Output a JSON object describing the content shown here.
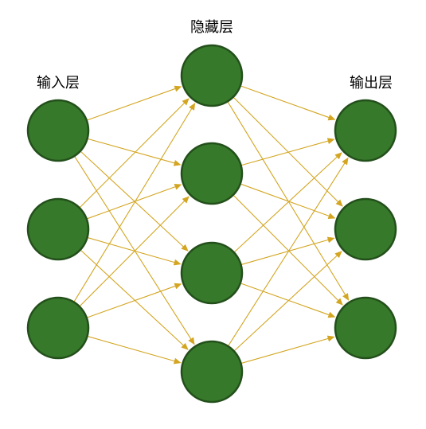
{
  "layers": [
    {
      "label": "输入层",
      "node_count": 3
    },
    {
      "label": "隐藏层",
      "node_count": 4
    },
    {
      "label": "输出层",
      "node_count": 3
    }
  ],
  "connections": "fully-connected",
  "colors": {
    "node_fill": "#36792a",
    "node_stroke": "#234f1b",
    "edge": "#d3a520",
    "background": "#ffffff",
    "label_text": "#000000"
  }
}
